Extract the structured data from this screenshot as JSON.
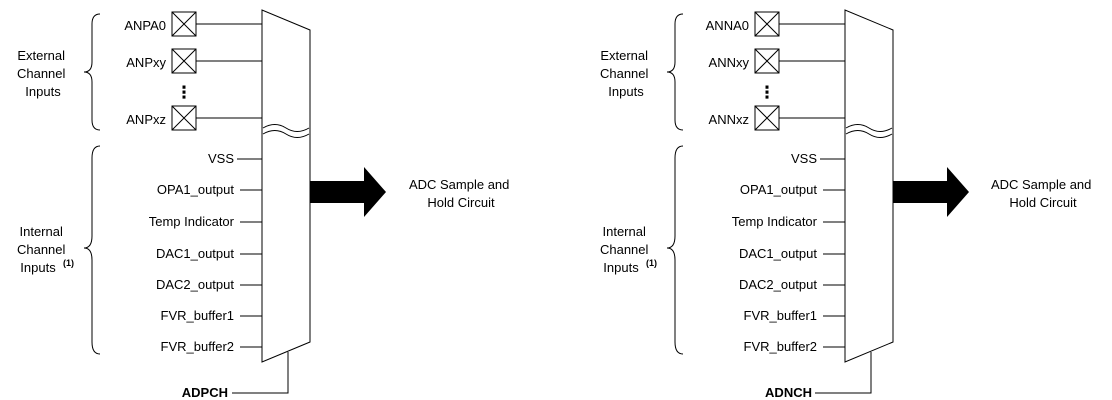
{
  "muxes": [
    {
      "external_group_label": [
        "External",
        "Channel",
        "Inputs"
      ],
      "external_inputs": [
        "ANPA0",
        "ANPxy",
        "ANPxz"
      ],
      "ellipsis": "⋮",
      "internal_group_label": [
        "Internal",
        "Channel",
        "Inputs"
      ],
      "internal_group_note": "(1)",
      "internal_inputs": [
        "VSS",
        "OPA1_output",
        "Temp Indicator",
        "DAC1_output",
        "DAC2_output",
        "FVR_buffer1",
        "FVR_buffer2"
      ],
      "output_label": [
        "ADC Sample and",
        "Hold Circuit"
      ],
      "select_label": "ADPCH"
    },
    {
      "external_group_label": [
        "External",
        "Channel",
        "Inputs"
      ],
      "external_inputs": [
        "ANNA0",
        "ANNxy",
        "ANNxz"
      ],
      "ellipsis": "⋮",
      "internal_group_label": [
        "Internal",
        "Channel",
        "Inputs"
      ],
      "internal_group_note": "(1)",
      "internal_inputs": [
        "VSS",
        "OPA1_output",
        "Temp Indicator",
        "DAC1_output",
        "DAC2_output",
        "FVR_buffer1",
        "FVR_buffer2"
      ],
      "output_label": [
        "ADC Sample and",
        "Hold Circuit"
      ],
      "select_label": "ADNCH"
    }
  ]
}
